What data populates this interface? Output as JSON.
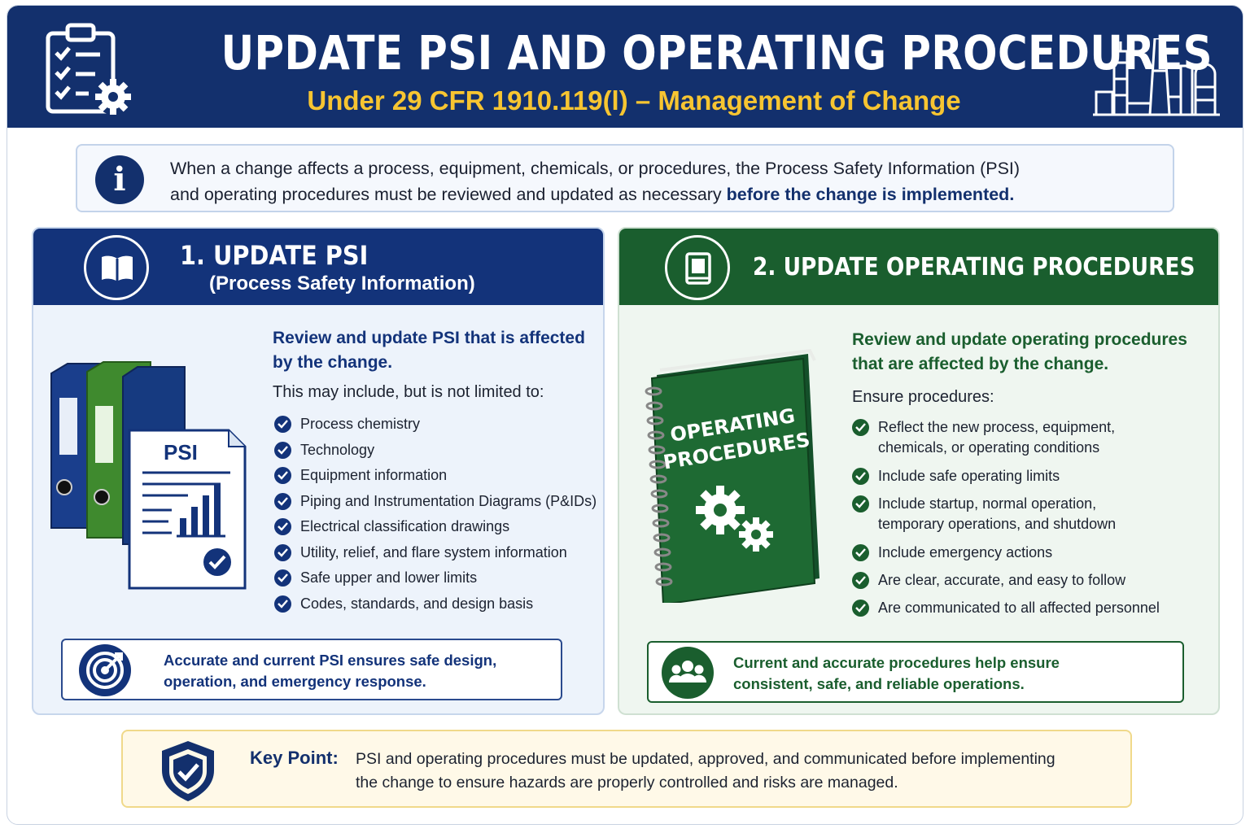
{
  "header": {
    "title": "UPDATE PSI AND OPERATING PROCEDURES",
    "subtitle": "Under 29 CFR 1910.119(l) – Management of Change",
    "left_icon": "clipboard-checklist-gear-icon",
    "right_icon": "refinery-plant-icon"
  },
  "info": {
    "icon": "info-icon",
    "text_line1": "When a change affects a process, equipment, chemicals, or procedures, the Process Safety Information (PSI)",
    "text_line2_plain": "and operating procedures must be reviewed and updated as necessary ",
    "text_line2_emphasis": "before the change is implemented."
  },
  "psi_panel": {
    "icon": "open-book-icon",
    "title": "1. UPDATE PSI",
    "subtitle": "(Process Safety Information)",
    "illustration_label": "PSI",
    "lead": "Review and update PSI that is affected by the change.",
    "intro": "This may include, but is not limited to:",
    "items": [
      "Process chemistry",
      "Technology",
      "Equipment information",
      "Piping and Instrumentation Diagrams (P&IDs)",
      "Electrical classification drawings",
      "Utility, relief, and flare system information",
      "Safe upper and lower limits",
      "Codes, standards, and design basis"
    ],
    "callout_icon": "target-icon",
    "callout_line1": "Accurate and current PSI ensures safe design,",
    "callout_line2": "operation, and emergency response."
  },
  "procedures_panel": {
    "icon": "manual-book-icon",
    "title": "2. UPDATE OPERATING PROCEDURES",
    "illustration_label_line1": "OPERATING",
    "illustration_label_line2": "PROCEDURES",
    "lead": "Review and update operating procedures that are affected by the change.",
    "intro": "Ensure procedures:",
    "items": [
      "Reflect the new process, equipment,",
      "Include safe operating limits",
      "Include startup, normal operation,",
      "Include emergency actions",
      "Are clear, accurate, and easy to follow",
      "Are communicated to all affected personnel"
    ],
    "items_second_lines": {
      "0": "chemicals, or operating conditions",
      "2": "temporary operations, and shutdown"
    },
    "callout_icon": "team-people-icon",
    "callout_line1": "Current and accurate procedures help ensure",
    "callout_line2": "consistent, safe, and reliable operations."
  },
  "key_point": {
    "icon": "shield-check-icon",
    "label": "Key Point:",
    "line1": "PSI and operating procedures must be updated, approved, and communicated before implementing",
    "line2": "the change to ensure hazards are properly controlled and risks are managed."
  },
  "colors": {
    "navy": "#13306d",
    "gold": "#f7c531",
    "green": "#1a5e2e"
  }
}
